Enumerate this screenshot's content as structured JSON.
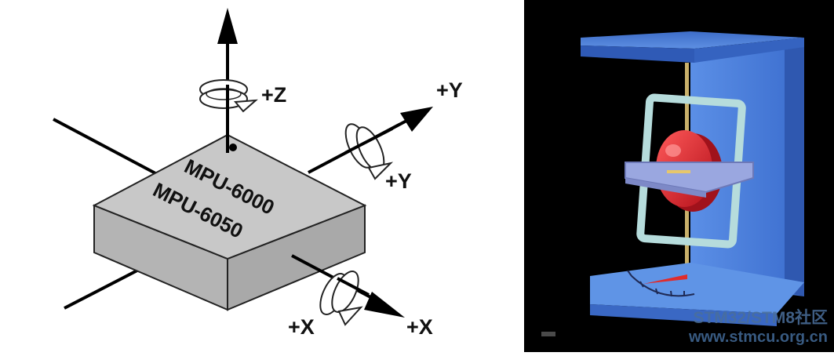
{
  "left_diagram": {
    "axes": {
      "z_top": "+Z",
      "y_top": "+Y",
      "y_rot": "+Y",
      "x_left": "+X",
      "x_right": "+X"
    },
    "chip": {
      "line1": "MPU-6000",
      "line2": "MPU-6050"
    }
  },
  "right_image": {
    "watermark_title": "STM32/STM8社区",
    "watermark_url": "www.stmcu.org.cn"
  },
  "colors": {
    "chip_top": "#c9c9c9",
    "chip_side": "#b6b6b6",
    "right_bg": "#000000",
    "frame_blue": "#3f6fd0",
    "rotor_red": "#e0202a",
    "ring_light": "#b9dedd"
  }
}
